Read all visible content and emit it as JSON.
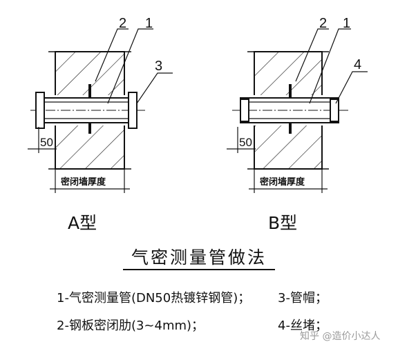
{
  "diagram": {
    "title": "气密测量管做法",
    "type_a": {
      "label": "A型",
      "callouts": [
        "2",
        "1",
        "3"
      ],
      "dimension": "50",
      "wall_label": "密闭墙厚度"
    },
    "type_b": {
      "label": "B型",
      "callouts": [
        "2",
        "1",
        "4"
      ],
      "dimension": "50",
      "wall_label": "密闭墙厚度"
    },
    "legend": [
      "1-气密测量管(DN50热镀锌钢管)；",
      "3-管帽；",
      "2-钢板密闭肋(3~4mm)；",
      "4-丝堵；"
    ]
  },
  "watermark": "知乎 @造价小达人"
}
